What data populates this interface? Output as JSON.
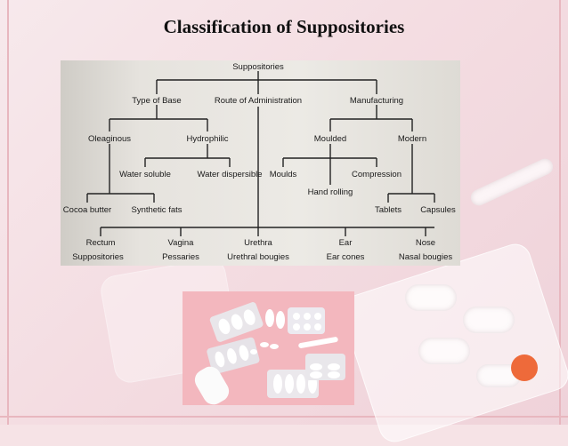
{
  "slide": {
    "title": "Classification of Suppositories"
  },
  "diagram": {
    "root": "Suppositories",
    "level1": [
      "Type of Base",
      "Route of Administration",
      "Manufacturing"
    ],
    "base_types": [
      "Oleaginous",
      "Hydrophilic"
    ],
    "hydrophilic_types": [
      "Water soluble",
      "Water dispersible"
    ],
    "oleaginous_types": [
      "Cocoa butter",
      "Synthetic fats"
    ],
    "manufacturing_types": [
      "Moulded",
      "Modern"
    ],
    "moulded_types": [
      "Moulds",
      "Hand rolling",
      "Compression"
    ],
    "modern_types": [
      "Tablets",
      "Capsules"
    ],
    "routes": [
      {
        "route": "Rectum",
        "form": "Suppositories"
      },
      {
        "route": "Vagina",
        "form": "Pessaries"
      },
      {
        "route": "Urethra",
        "form": "Urethral bougies"
      },
      {
        "route": "Ear",
        "form": "Ear cones"
      },
      {
        "route": "Nose",
        "form": "Nasal bougies"
      }
    ]
  },
  "colors": {
    "accent_dot": "#ee6a3a",
    "photo_background": "#f3b7be"
  }
}
